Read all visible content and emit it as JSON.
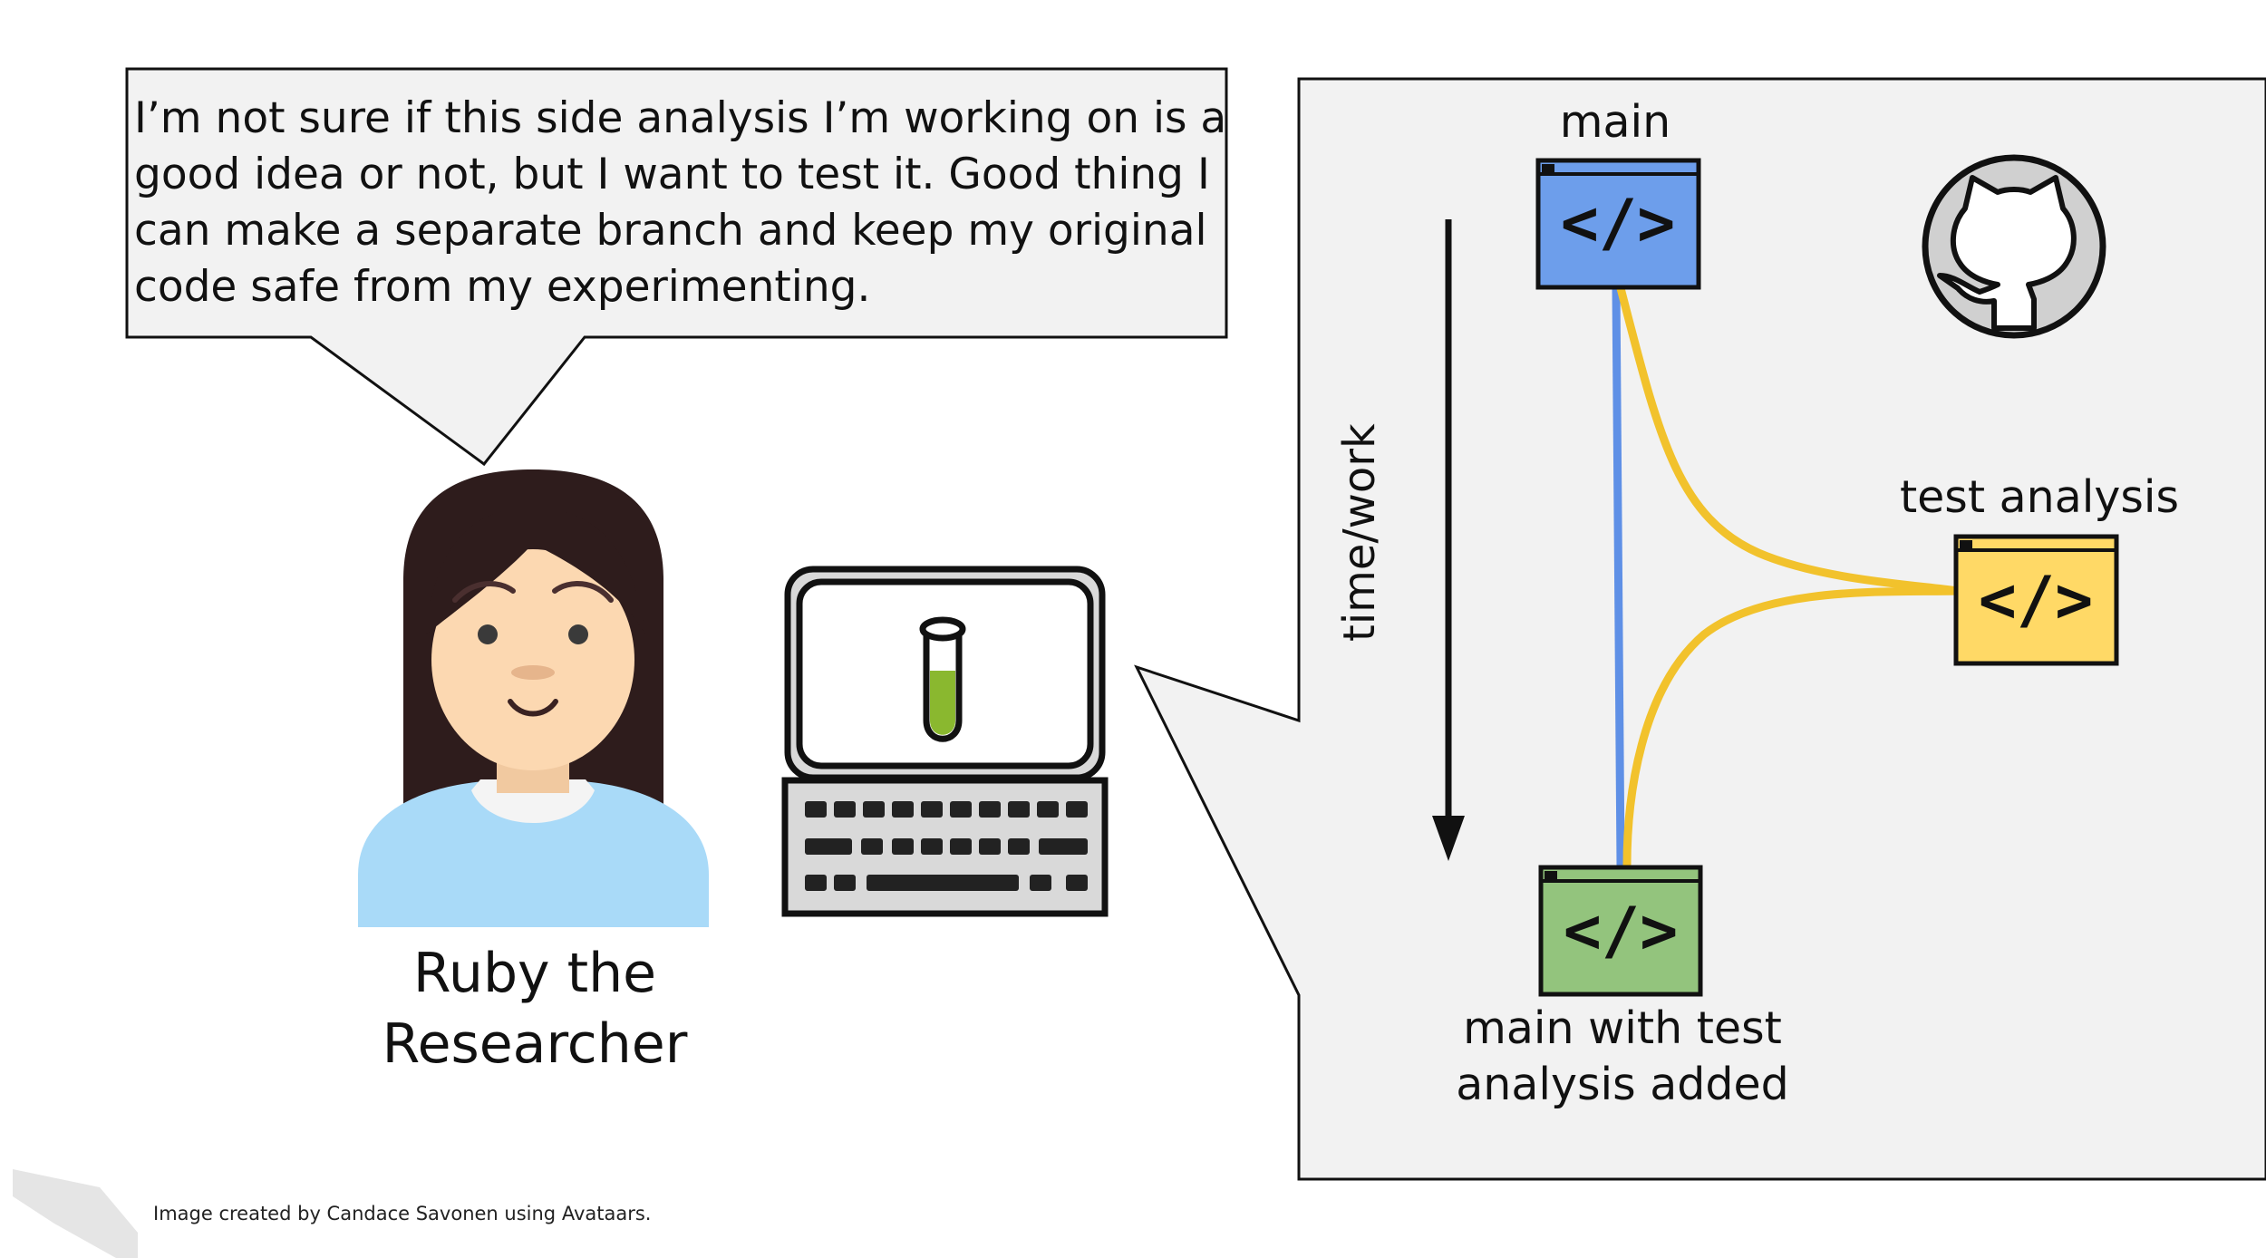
{
  "speech": {
    "text": "I’m not sure if this side analysis I’m working on is a good idea or not, but I want to test it. Good thing I can make a separate branch and keep my original code safe from my experimenting."
  },
  "person": {
    "name_line1": "Ruby the",
    "name_line2": "Researcher"
  },
  "diagram": {
    "branch_main_label": "main",
    "branch_test_label": "test analysis",
    "merged_label_line1": "main with test",
    "merged_label_line2": "analysis added",
    "time_axis_label": "time/work",
    "code_glyph": "</>",
    "icons": [
      "github-icon",
      "code-window-icon",
      "test-tube-icon",
      "computer-icon",
      "person-avatar"
    ]
  },
  "colors": {
    "main_branch": "#5f90e6",
    "test_branch": "#f2c22c",
    "merged_box": "#93c47d",
    "test_box": "#ffd966",
    "main_box": "#6d9eeb",
    "panel_bg": "#f2f2f2"
  },
  "credit": {
    "text": "Image created by Candace Savonen using Avataars."
  }
}
